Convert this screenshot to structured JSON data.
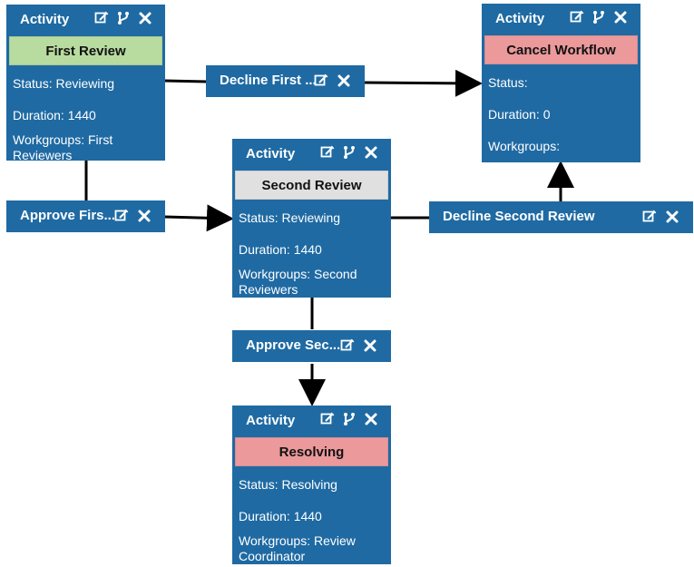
{
  "colors": {
    "panel_blue": "#1f6aa3",
    "start_green": "#b8dc9f",
    "cancel_red": "#eb999b",
    "neutral_grey": "#e0e0e0",
    "white": "#ffffff",
    "black": "#000000"
  },
  "icon_names": {
    "edit": "edit-icon",
    "branch": "branch-icon",
    "close": "close-icon"
  },
  "activities": {
    "first_review": {
      "header": "Activity",
      "name": "First Review",
      "status": "Status: Reviewing",
      "duration": "Duration: 1440",
      "workgroups": "Workgroups: First Reviewers"
    },
    "cancel_workflow": {
      "header": "Activity",
      "name": "Cancel Workflow",
      "status": "Status:",
      "duration": "Duration: 0",
      "workgroups": "Workgroups:"
    },
    "second_review": {
      "header": "Activity",
      "name": "Second Review",
      "status": "Status: Reviewing",
      "duration": "Duration: 1440",
      "workgroups": "Workgroups: Second Reviewers"
    },
    "resolving": {
      "header": "Activity",
      "name": "Resolving",
      "status": "Status: Resolving",
      "duration": "Duration: 1440",
      "workgroups": "Workgroups: Review Coordinator"
    }
  },
  "transitions": {
    "decline_first": {
      "label": "Decline First ..."
    },
    "approve_first": {
      "label": "Approve Firs..."
    },
    "decline_second": {
      "label": "Decline Second Review"
    },
    "approve_second": {
      "label": "Approve Sec..."
    }
  }
}
